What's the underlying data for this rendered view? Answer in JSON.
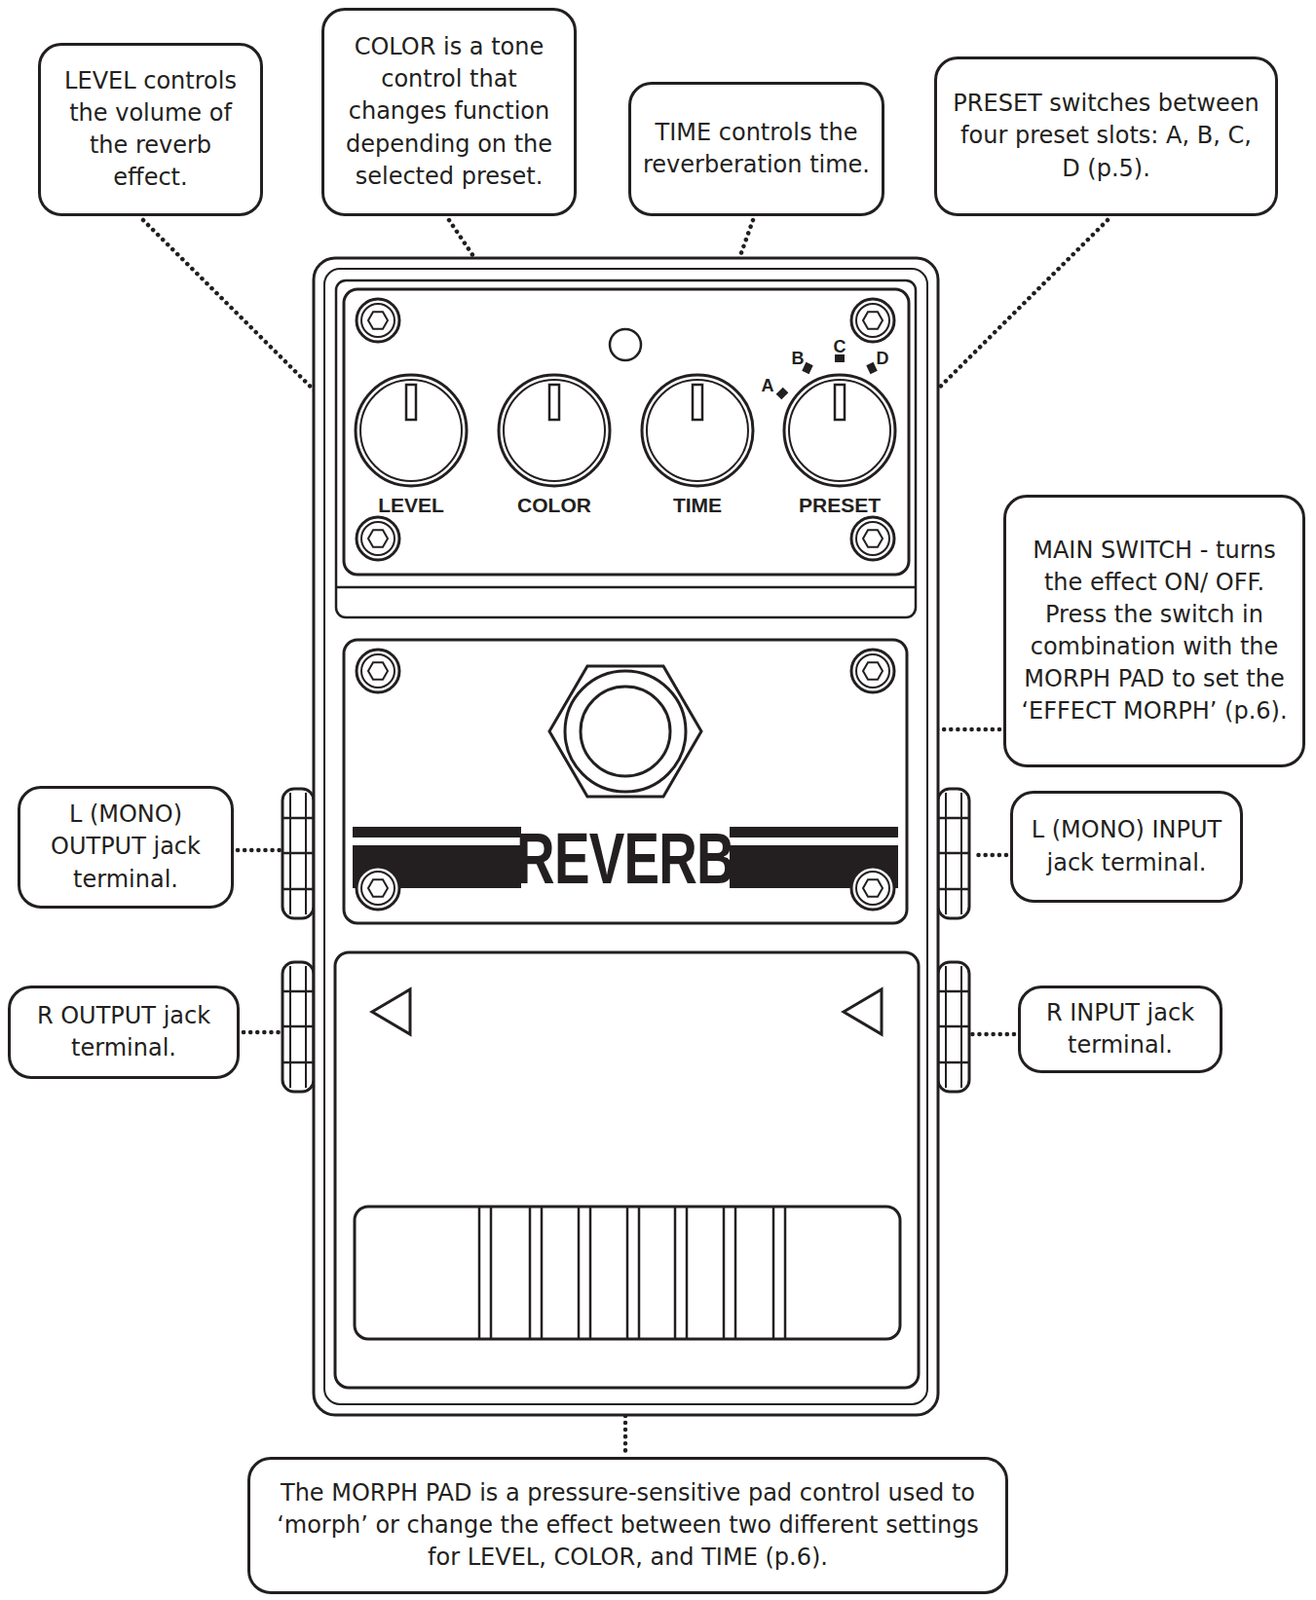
{
  "diagram": {
    "nodes": [
      {
        "text": [
          "LEVEL controls the volume of the reverb effect."
        ]
      },
      {
        "text": [
          "COLOR is a tone control that changes function depending on the selected preset."
        ]
      },
      {
        "text": [
          "TIME controls the reverberation time."
        ]
      },
      {
        "text": [
          "PRESET switches between four preset slots: A, B, C, D (p.5)."
        ]
      },
      {
        "text": [
          "MAIN SWITCH - turns the effect ON/ OFF. Press the switch in combination with the MORPH PAD to set the ‘EFFECT MORPH’ (p.6)."
        ]
      },
      {
        "text": [
          "L (MONO) OUTPUT jack terminal."
        ]
      },
      {
        "text": [
          "L (MONO) INPUT jack terminal."
        ]
      },
      {
        "text": [
          "R OUTPUT jack terminal."
        ]
      },
      {
        "text": [
          "R INPUT jack terminal."
        ]
      },
      {
        "text": [
          "The MORPH PAD is a pressure-sensitive pad control used to ‘morph’ or change the effect between two different settings for LEVEL, COLOR, and TIME (p.6)."
        ]
      }
    ],
    "labels": [
      "LEVEL",
      "COLOR",
      "TIME",
      "PRESET",
      "A",
      "B",
      "C",
      "D",
      "REVERB"
    ]
  }
}
